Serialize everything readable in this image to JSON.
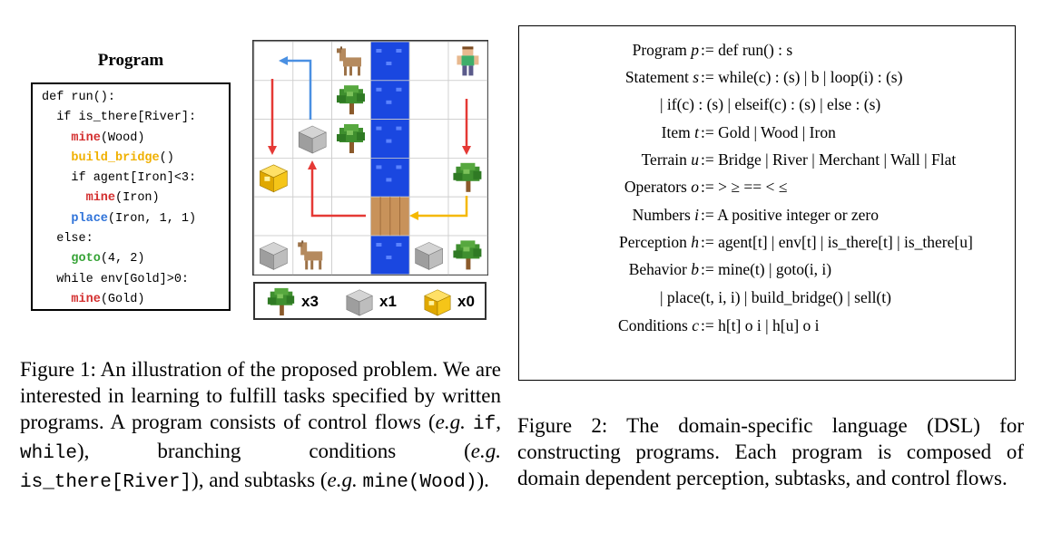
{
  "figure1": {
    "program_title": "Program",
    "code_lines": [
      [
        {
          "t": "def run():",
          "c": ""
        }
      ],
      [
        {
          "t": "  if is_there[River]:",
          "c": ""
        }
      ],
      [
        {
          "t": "    ",
          "c": ""
        },
        {
          "t": "mine",
          "c": "mine"
        },
        {
          "t": "(Wood)",
          "c": ""
        }
      ],
      [
        {
          "t": "    ",
          "c": ""
        },
        {
          "t": "build_bridge",
          "c": "bridge"
        },
        {
          "t": "()",
          "c": ""
        }
      ],
      [
        {
          "t": "    if agent[Iron]<3:",
          "c": ""
        }
      ],
      [
        {
          "t": "      ",
          "c": ""
        },
        {
          "t": "mine",
          "c": "mine"
        },
        {
          "t": "(Iron)",
          "c": ""
        }
      ],
      [
        {
          "t": "    ",
          "c": ""
        },
        {
          "t": "place",
          "c": "place"
        },
        {
          "t": "(Iron, 1, 1)",
          "c": ""
        }
      ],
      [
        {
          "t": "  else:",
          "c": ""
        }
      ],
      [
        {
          "t": "    ",
          "c": ""
        },
        {
          "t": "goto",
          "c": "goto"
        },
        {
          "t": "(4, 2)",
          "c": ""
        }
      ],
      [
        {
          "t": "  while env[Gold]>0:",
          "c": ""
        }
      ],
      [
        {
          "t": "    ",
          "c": ""
        },
        {
          "t": "mine",
          "c": "mine"
        },
        {
          "t": "(Gold)",
          "c": ""
        }
      ]
    ],
    "grid": {
      "cols": 6,
      "rows": 6,
      "river_col": 3,
      "bridge_row": 4,
      "items": [
        {
          "icon": "merchant-icon",
          "col": 2,
          "row": 0
        },
        {
          "icon": "agent-icon",
          "col": 5,
          "row": 0
        },
        {
          "icon": "tree-icon",
          "col": 2,
          "row": 1
        },
        {
          "icon": "tree-icon",
          "col": 2,
          "row": 2
        },
        {
          "icon": "iron-block-icon",
          "col": 1,
          "row": 2
        },
        {
          "icon": "gold-block-icon",
          "col": 0,
          "row": 3
        },
        {
          "icon": "tree-icon",
          "col": 5,
          "row": 3
        },
        {
          "icon": "iron-block-icon",
          "col": 0,
          "row": 5
        },
        {
          "icon": "merchant-icon",
          "col": 1,
          "row": 5
        },
        {
          "icon": "iron-block-icon",
          "col": 4,
          "row": 5
        },
        {
          "icon": "tree-icon",
          "col": 5,
          "row": 5
        }
      ]
    },
    "inventory": [
      {
        "icon": "tree-icon",
        "count": "x3"
      },
      {
        "icon": "iron-block-icon",
        "count": "x1"
      },
      {
        "icon": "gold-block-icon",
        "count": "x0"
      }
    ],
    "caption": {
      "label": "Figure 1:",
      "text_a": " An illustration of the proposed problem. We are interested in learning to fulfill tasks specified by written programs.  A program consists of control flows (",
      "eg": "e.g.",
      "code1": "if",
      "sep1": ", ",
      "code2": "while",
      "text_b": "), branching conditions (",
      "code3": "is_there[River]",
      "text_c": "), and subtasks (",
      "code4": "mine(Wood)",
      "text_d": ")."
    }
  },
  "figure2": {
    "rows": [
      {
        "name": "Program",
        "var": "p",
        "def": ":= def run() : s"
      },
      {
        "name": "Statement",
        "var": "s",
        "def": ":= while(c) : (s) | b | loop(i) : (s)"
      },
      {
        "cont": "| if(c) : (s) | elseif(c) : (s) | else : (s)"
      },
      {
        "name": "Item",
        "var": "t",
        "def": ":= Gold | Wood | Iron"
      },
      {
        "name": "Terrain",
        "var": "u",
        "def": ":= Bridge | River | Merchant | Wall | Flat"
      },
      {
        "name": "Operators",
        "var": "o",
        "def": ":= > ≥ == < ≤"
      },
      {
        "name": "Numbers",
        "var": "i",
        "def": ":= A positive integer or zero"
      },
      {
        "name": "Perception",
        "var": "h",
        "def": ":= agent[t] | env[t] | is_there[t] | is_there[u]"
      },
      {
        "name": "Behavior",
        "var": "b",
        "def": ":= mine(t) | goto(i, i)"
      },
      {
        "cont": "| place(t, i, i) | build_bridge() | sell(t)"
      },
      {
        "name": "Conditions",
        "var": "c",
        "def": ":= h[t] o i | h[u] o i"
      }
    ],
    "caption": {
      "label": "Figure 2:",
      "text": " The domain-specific language (DSL) for constructing programs. Each program is composed of domain dependent perception, subtasks, and control flows."
    }
  },
  "colors": {
    "river": "#1a47e0",
    "bridge": "#c8925a",
    "arrow_red": "#e53935",
    "arrow_blue": "#4a90e2",
    "arrow_yellow": "#f5b800"
  }
}
